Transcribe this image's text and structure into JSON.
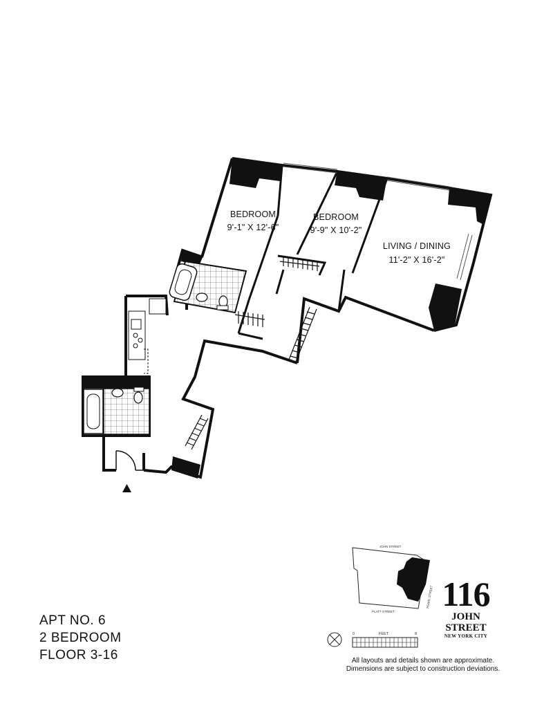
{
  "rooms": {
    "bedroom1": {
      "name": "BEDROOM",
      "dims": "9'-1\" X 12'-6\""
    },
    "bedroom2": {
      "name": "BEDROOM",
      "dims": "9'-9\" X 10'-2\""
    },
    "living": {
      "name": "LIVING / DINING",
      "dims": "11'-2\" X 16'-2\""
    }
  },
  "apartment": {
    "number_line": "APT NO. 6",
    "type_line": "2 BEDROOM",
    "floor_line": "FLOOR 3-16"
  },
  "building": {
    "number": "116",
    "line1": "JOHN",
    "line2": "STREET",
    "line3": "NEW YORK CITY"
  },
  "keyplan": {
    "street_top": "JOHN STREET",
    "street_right": "PEARL STREET",
    "street_bottom": "PLATT STREET"
  },
  "scale": {
    "start": "0",
    "unit": "FEET",
    "end": "8"
  },
  "disclaimer": {
    "line1": "All layouts and details shown are approximate.",
    "line2": "Dimensions are subject to construction deviations."
  }
}
